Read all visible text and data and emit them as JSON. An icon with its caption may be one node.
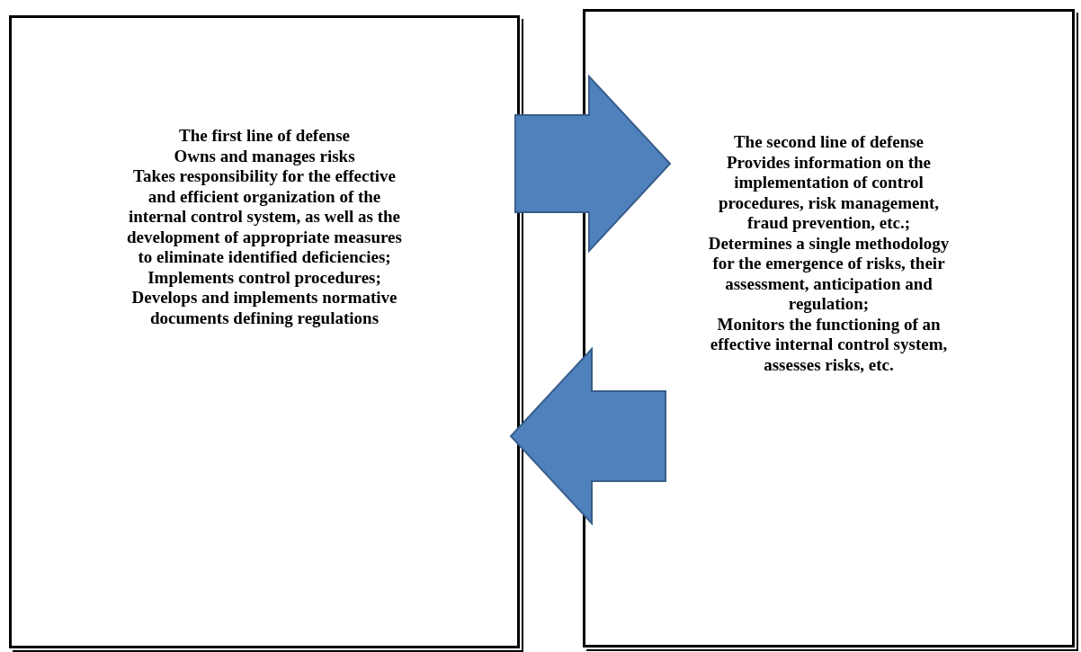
{
  "diagram": {
    "nodes": [
      {
        "text": [
          "The first line of defense",
          "Owns and manages risks",
          "Takes responsibility for the effective and efficient organization of the internal control system, as well as the development of appropriate measures to eliminate identified deficiencies;",
          "Implements control procedures;",
          "Develops and implements normative documents defining regulations"
        ]
      },
      {
        "text": [
          "The second line of defense",
          "Provides information on the implementation of control procedures, risk management, fraud prevention, etc.;",
          "Determines a single methodology for the emergence of risks, their assessment, anticipation and regulation;",
          "Monitors the functioning of an effective internal control system, assesses risks, etc."
        ]
      }
    ],
    "edges": [
      {
        "from": 0,
        "to": 1,
        "arrow": "to"
      },
      {
        "from": 1,
        "to": 0,
        "arrow": "to"
      }
    ]
  }
}
